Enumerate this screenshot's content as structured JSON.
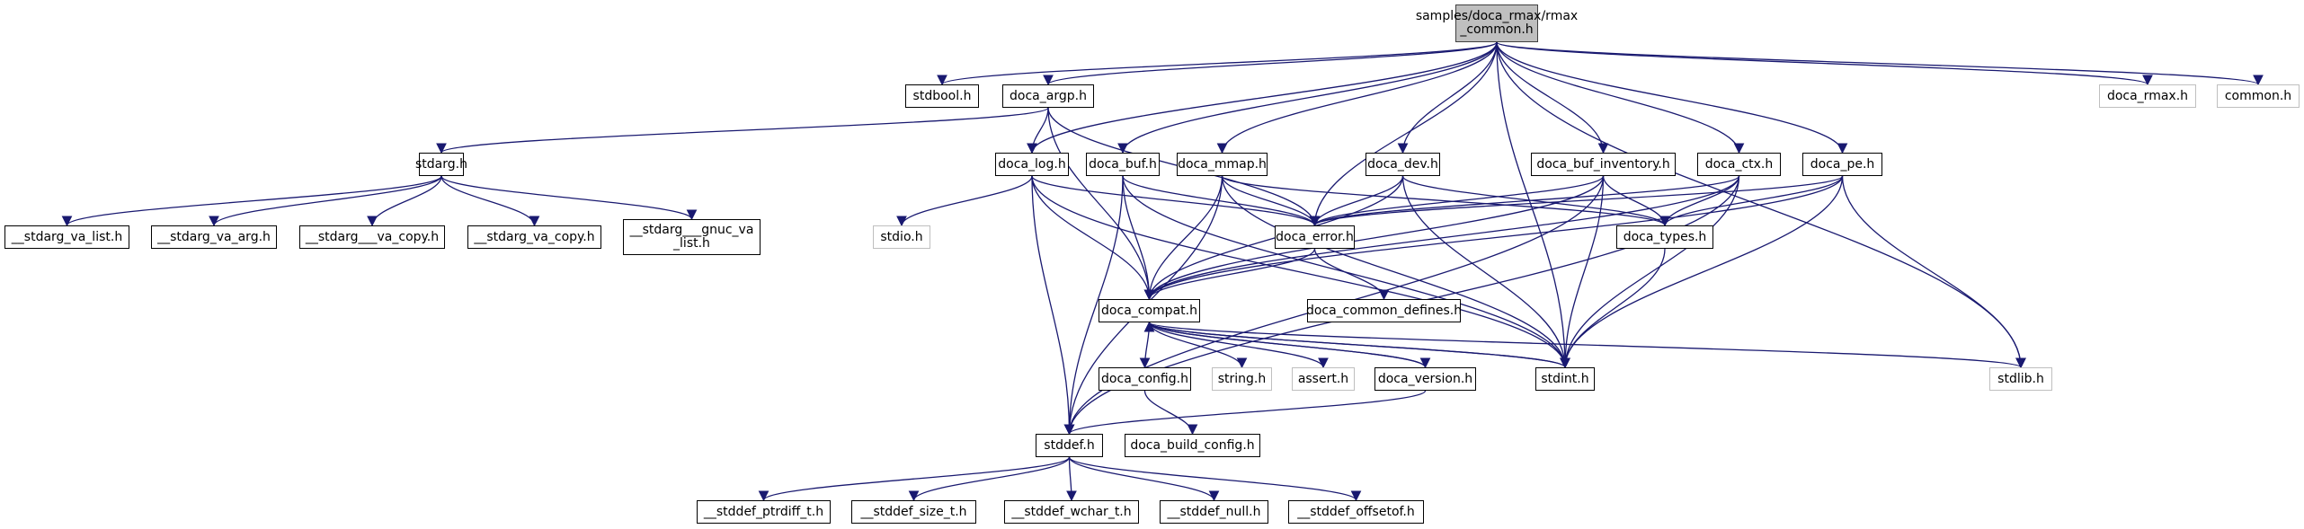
{
  "graph": {
    "title": "Include dependency graph for rmax_common.h",
    "edge_color": "#191970",
    "root_fill": "#bfbfbf",
    "external_border": "#bfbfbf",
    "nodes": [
      {
        "id": "root",
        "label": "samples/doca_rmax/rmax\n_common.h",
        "kind": "root"
      },
      {
        "id": "stdbool",
        "label": "stdbool.h",
        "kind": "local"
      },
      {
        "id": "doca_argp",
        "label": "doca_argp.h",
        "kind": "local"
      },
      {
        "id": "stdarg",
        "label": "stdarg.h",
        "kind": "local"
      },
      {
        "id": "sva_list",
        "label": "__stdarg_va_list.h",
        "kind": "local"
      },
      {
        "id": "sva_arg",
        "label": "__stdarg_va_arg.h",
        "kind": "local"
      },
      {
        "id": "s__va_copy",
        "label": "__stdarg___va_copy.h",
        "kind": "local"
      },
      {
        "id": "sva_copy",
        "label": "__stdarg_va_copy.h",
        "kind": "local"
      },
      {
        "id": "sgnuc",
        "label": "__stdarg___gnuc_va\n_list.h",
        "kind": "local"
      },
      {
        "id": "doca_log",
        "label": "doca_log.h",
        "kind": "local"
      },
      {
        "id": "stdio",
        "label": "stdio.h",
        "kind": "external"
      },
      {
        "id": "doca_buf",
        "label": "doca_buf.h",
        "kind": "local"
      },
      {
        "id": "doca_mmap",
        "label": "doca_mmap.h",
        "kind": "local"
      },
      {
        "id": "doca_dev",
        "label": "doca_dev.h",
        "kind": "local"
      },
      {
        "id": "doca_buf_inv",
        "label": "doca_buf_inventory.h",
        "kind": "local"
      },
      {
        "id": "doca_ctx",
        "label": "doca_ctx.h",
        "kind": "local"
      },
      {
        "id": "doca_pe",
        "label": "doca_pe.h",
        "kind": "local"
      },
      {
        "id": "doca_rmax",
        "label": "doca_rmax.h",
        "kind": "external"
      },
      {
        "id": "common",
        "label": "common.h",
        "kind": "external"
      },
      {
        "id": "doca_error",
        "label": "doca_error.h",
        "kind": "local"
      },
      {
        "id": "doca_types",
        "label": "doca_types.h",
        "kind": "local"
      },
      {
        "id": "doca_compat",
        "label": "doca_compat.h",
        "kind": "local"
      },
      {
        "id": "doca_common_defines",
        "label": "doca_common_defines.h",
        "kind": "local"
      },
      {
        "id": "doca_config",
        "label": "doca_config.h",
        "kind": "local"
      },
      {
        "id": "string",
        "label": "string.h",
        "kind": "external"
      },
      {
        "id": "assert",
        "label": "assert.h",
        "kind": "external"
      },
      {
        "id": "doca_version",
        "label": "doca_version.h",
        "kind": "local"
      },
      {
        "id": "stdint",
        "label": "stdint.h",
        "kind": "local"
      },
      {
        "id": "stdlib",
        "label": "stdlib.h",
        "kind": "external"
      },
      {
        "id": "stddef",
        "label": "stddef.h",
        "kind": "local"
      },
      {
        "id": "doca_build_config",
        "label": "doca_build_config.h",
        "kind": "local"
      },
      {
        "id": "sd_ptrdiff",
        "label": "__stddef_ptrdiff_t.h",
        "kind": "local"
      },
      {
        "id": "sd_size",
        "label": "__stddef_size_t.h",
        "kind": "local"
      },
      {
        "id": "sd_wchar",
        "label": "__stddef_wchar_t.h",
        "kind": "local"
      },
      {
        "id": "sd_null",
        "label": "__stddef_null.h",
        "kind": "local"
      },
      {
        "id": "sd_offsetof",
        "label": "__stddef_offsetof.h",
        "kind": "local"
      }
    ],
    "edges": [
      [
        "root",
        "stdbool"
      ],
      [
        "root",
        "doca_argp"
      ],
      [
        "root",
        "doca_log"
      ],
      [
        "root",
        "doca_buf"
      ],
      [
        "root",
        "doca_mmap"
      ],
      [
        "root",
        "doca_error"
      ],
      [
        "root",
        "doca_dev"
      ],
      [
        "root",
        "doca_buf_inv"
      ],
      [
        "root",
        "doca_ctx"
      ],
      [
        "root",
        "doca_pe"
      ],
      [
        "root",
        "stdint"
      ],
      [
        "root",
        "stdlib"
      ],
      [
        "root",
        "doca_rmax"
      ],
      [
        "root",
        "common"
      ],
      [
        "doca_argp",
        "stdarg"
      ],
      [
        "doca_argp",
        "doca_log"
      ],
      [
        "doca_argp",
        "doca_compat"
      ],
      [
        "doca_argp",
        "doca_error"
      ],
      [
        "stdarg",
        "sva_list"
      ],
      [
        "stdarg",
        "sva_arg"
      ],
      [
        "stdarg",
        "s__va_copy"
      ],
      [
        "stdarg",
        "sva_copy"
      ],
      [
        "stdarg",
        "sgnuc"
      ],
      [
        "doca_log",
        "stdio"
      ],
      [
        "doca_log",
        "stddef"
      ],
      [
        "doca_log",
        "doca_compat"
      ],
      [
        "doca_log",
        "doca_error"
      ],
      [
        "doca_log",
        "stdint"
      ],
      [
        "doca_buf",
        "stddef"
      ],
      [
        "doca_buf",
        "doca_compat"
      ],
      [
        "doca_buf",
        "doca_error"
      ],
      [
        "doca_buf",
        "stdint"
      ],
      [
        "doca_mmap",
        "stddef"
      ],
      [
        "doca_mmap",
        "doca_compat"
      ],
      [
        "doca_mmap",
        "doca_error"
      ],
      [
        "doca_mmap",
        "doca_types"
      ],
      [
        "doca_mmap",
        "stdint"
      ],
      [
        "doca_dev",
        "doca_compat"
      ],
      [
        "doca_dev",
        "doca_error"
      ],
      [
        "doca_dev",
        "doca_types"
      ],
      [
        "doca_dev",
        "stdint"
      ],
      [
        "doca_buf_inv",
        "doca_compat"
      ],
      [
        "doca_buf_inv",
        "doca_error"
      ],
      [
        "doca_buf_inv",
        "doca_types"
      ],
      [
        "doca_buf_inv",
        "stdint"
      ],
      [
        "doca_buf_inv",
        "stddef"
      ],
      [
        "doca_ctx",
        "doca_compat"
      ],
      [
        "doca_ctx",
        "doca_error"
      ],
      [
        "doca_ctx",
        "doca_types"
      ],
      [
        "doca_ctx",
        "stdint"
      ],
      [
        "doca_ctx",
        "stddef"
      ],
      [
        "doca_pe",
        "doca_compat"
      ],
      [
        "doca_pe",
        "doca_error"
      ],
      [
        "doca_pe",
        "doca_types"
      ],
      [
        "doca_pe",
        "stdint"
      ],
      [
        "doca_pe",
        "stdlib"
      ],
      [
        "doca_error",
        "doca_compat"
      ],
      [
        "doca_error",
        "doca_common_defines"
      ],
      [
        "doca_types",
        "stdint"
      ],
      [
        "doca_compat",
        "doca_config"
      ],
      [
        "doca_compat",
        "string"
      ],
      [
        "doca_compat",
        "assert"
      ],
      [
        "doca_compat",
        "doca_version"
      ],
      [
        "doca_compat",
        "stdint"
      ],
      [
        "doca_compat",
        "stdlib"
      ],
      [
        "doca_version",
        "doca_compat"
      ],
      [
        "doca_version",
        "stddef"
      ],
      [
        "stdint",
        "doca_compat"
      ],
      [
        "doca_config",
        "doca_build_config"
      ],
      [
        "stddef",
        "sd_ptrdiff"
      ],
      [
        "stddef",
        "sd_size"
      ],
      [
        "stddef",
        "sd_wchar"
      ],
      [
        "stddef",
        "sd_null"
      ],
      [
        "stddef",
        "sd_offsetof"
      ]
    ]
  }
}
